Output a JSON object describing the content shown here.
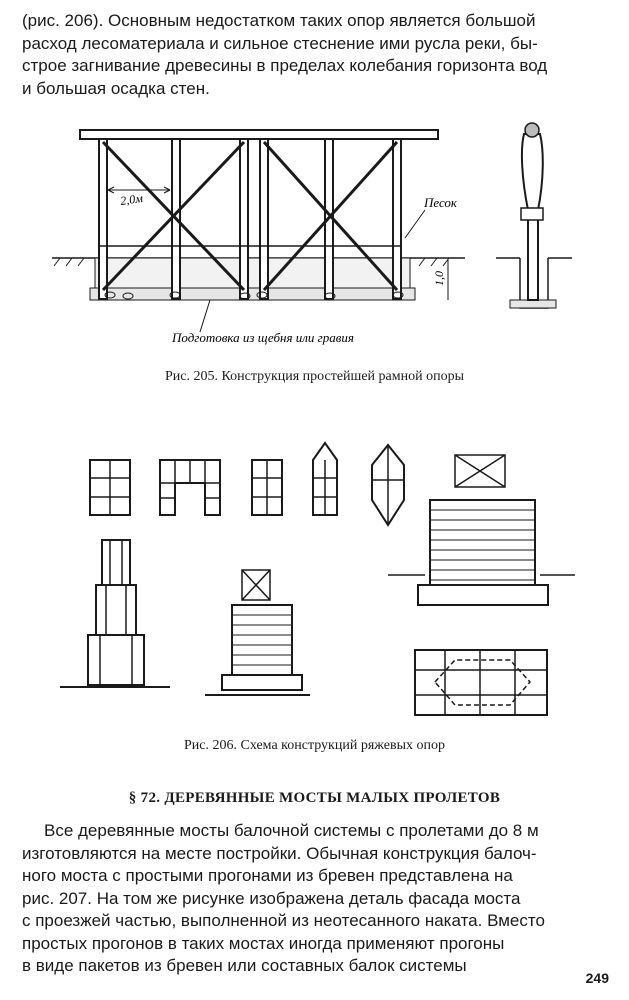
{
  "top_paragraph": {
    "lines": [
      "(рис. 206). Основным недостатком таких опор является большой",
      "расход лесоматериала и сильное стеснение ими русла реки, бы-",
      "строе загнивание древесины в пределах колебания горизонта вод",
      "и большая осадка стен."
    ]
  },
  "figure_205": {
    "labels": {
      "spacing": "2,0м",
      "sand": "Песок",
      "depth": "1,0",
      "base": "Подготовка из щебня или гравия"
    },
    "caption": "Рис. 205. Конструкция простейшей рамной опоры"
  },
  "figure_206": {
    "caption": "Рис. 206. Схема конструкций ряжевых опор"
  },
  "section": {
    "heading": "§ 72. ДЕРЕВЯННЫЕ МОСТЫ МАЛЫХ ПРОЛЕТОВ"
  },
  "body_paragraph": {
    "lines": [
      "Все деревянные мосты балочной системы с пролетами до 8 м",
      "изготовляются на месте постройки. Обычная конструкция балоч-",
      "ного моста с простыми прогонами из бревен представлена на",
      "рис. 207. На том же рисунке изображена деталь фасада моста",
      "с проезжей частью, выполненной из неотесанного наката. Вместо",
      "простых прогонов в таких мостах иногда применяют прогоны",
      "в виде пакетов из бревен или составных балок системы"
    ]
  },
  "page_number": "249"
}
